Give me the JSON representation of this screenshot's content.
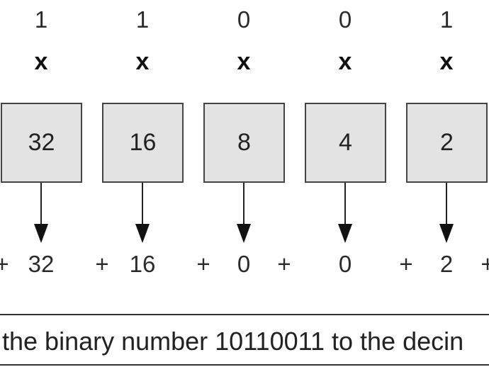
{
  "bits": [
    "1",
    "1",
    "0",
    "0",
    "1"
  ],
  "multiply_symbol": "x",
  "place_values": [
    "32",
    "16",
    "8",
    "4",
    "2"
  ],
  "results": [
    "32",
    "16",
    "0",
    "0",
    "2"
  ],
  "plus_symbol": "+",
  "caption": "the binary number 10110011 to the decin"
}
